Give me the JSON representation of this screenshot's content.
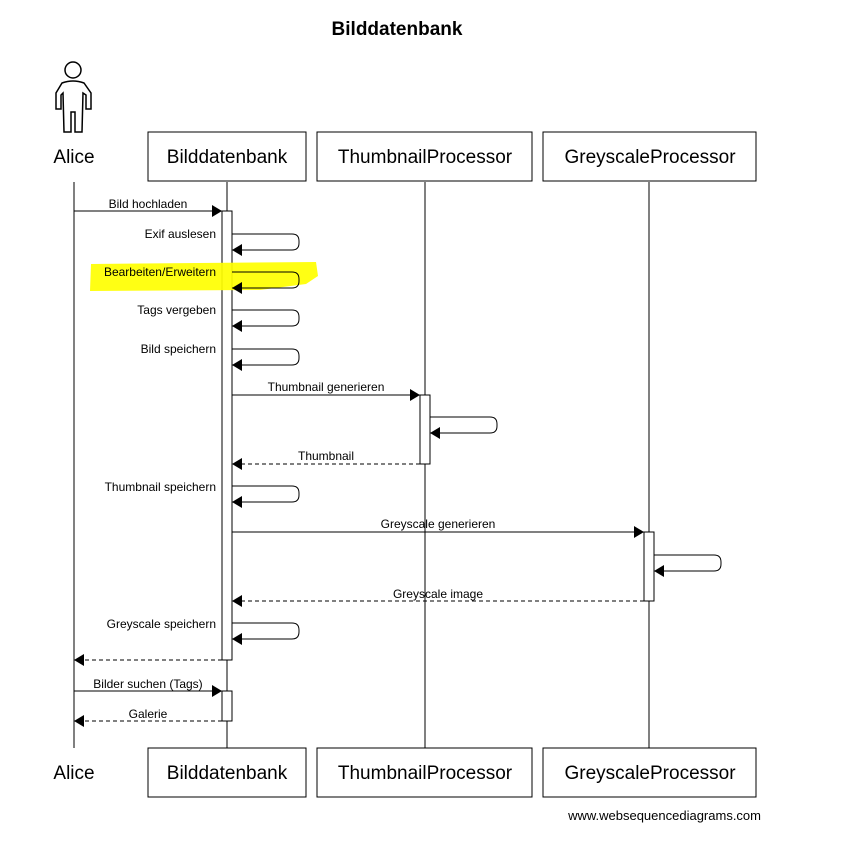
{
  "title": "Bilddatenbank",
  "participants": {
    "alice": "Alice",
    "db": "Bilddatenbank",
    "thumb": "ThumbnailProcessor",
    "grey": "GreyscaleProcessor"
  },
  "messages": {
    "m1": "Bild hochladen",
    "m2": "Exif auslesen",
    "m3": "Bearbeiten/Erweitern",
    "m4": "Tags vergeben",
    "m5": "Bild speichern",
    "m6": "Thumbnail generieren",
    "m7": "Thumbnail",
    "m8": "Thumbnail speichern",
    "m9": "Greyscale generieren",
    "m10": "Greyscale image",
    "m11": "Greyscale speichern",
    "m12": "Bilder suchen (Tags)",
    "m13": "Galerie"
  },
  "highlight_color": "#ffff00",
  "footer": "www.websequencediagrams.com"
}
